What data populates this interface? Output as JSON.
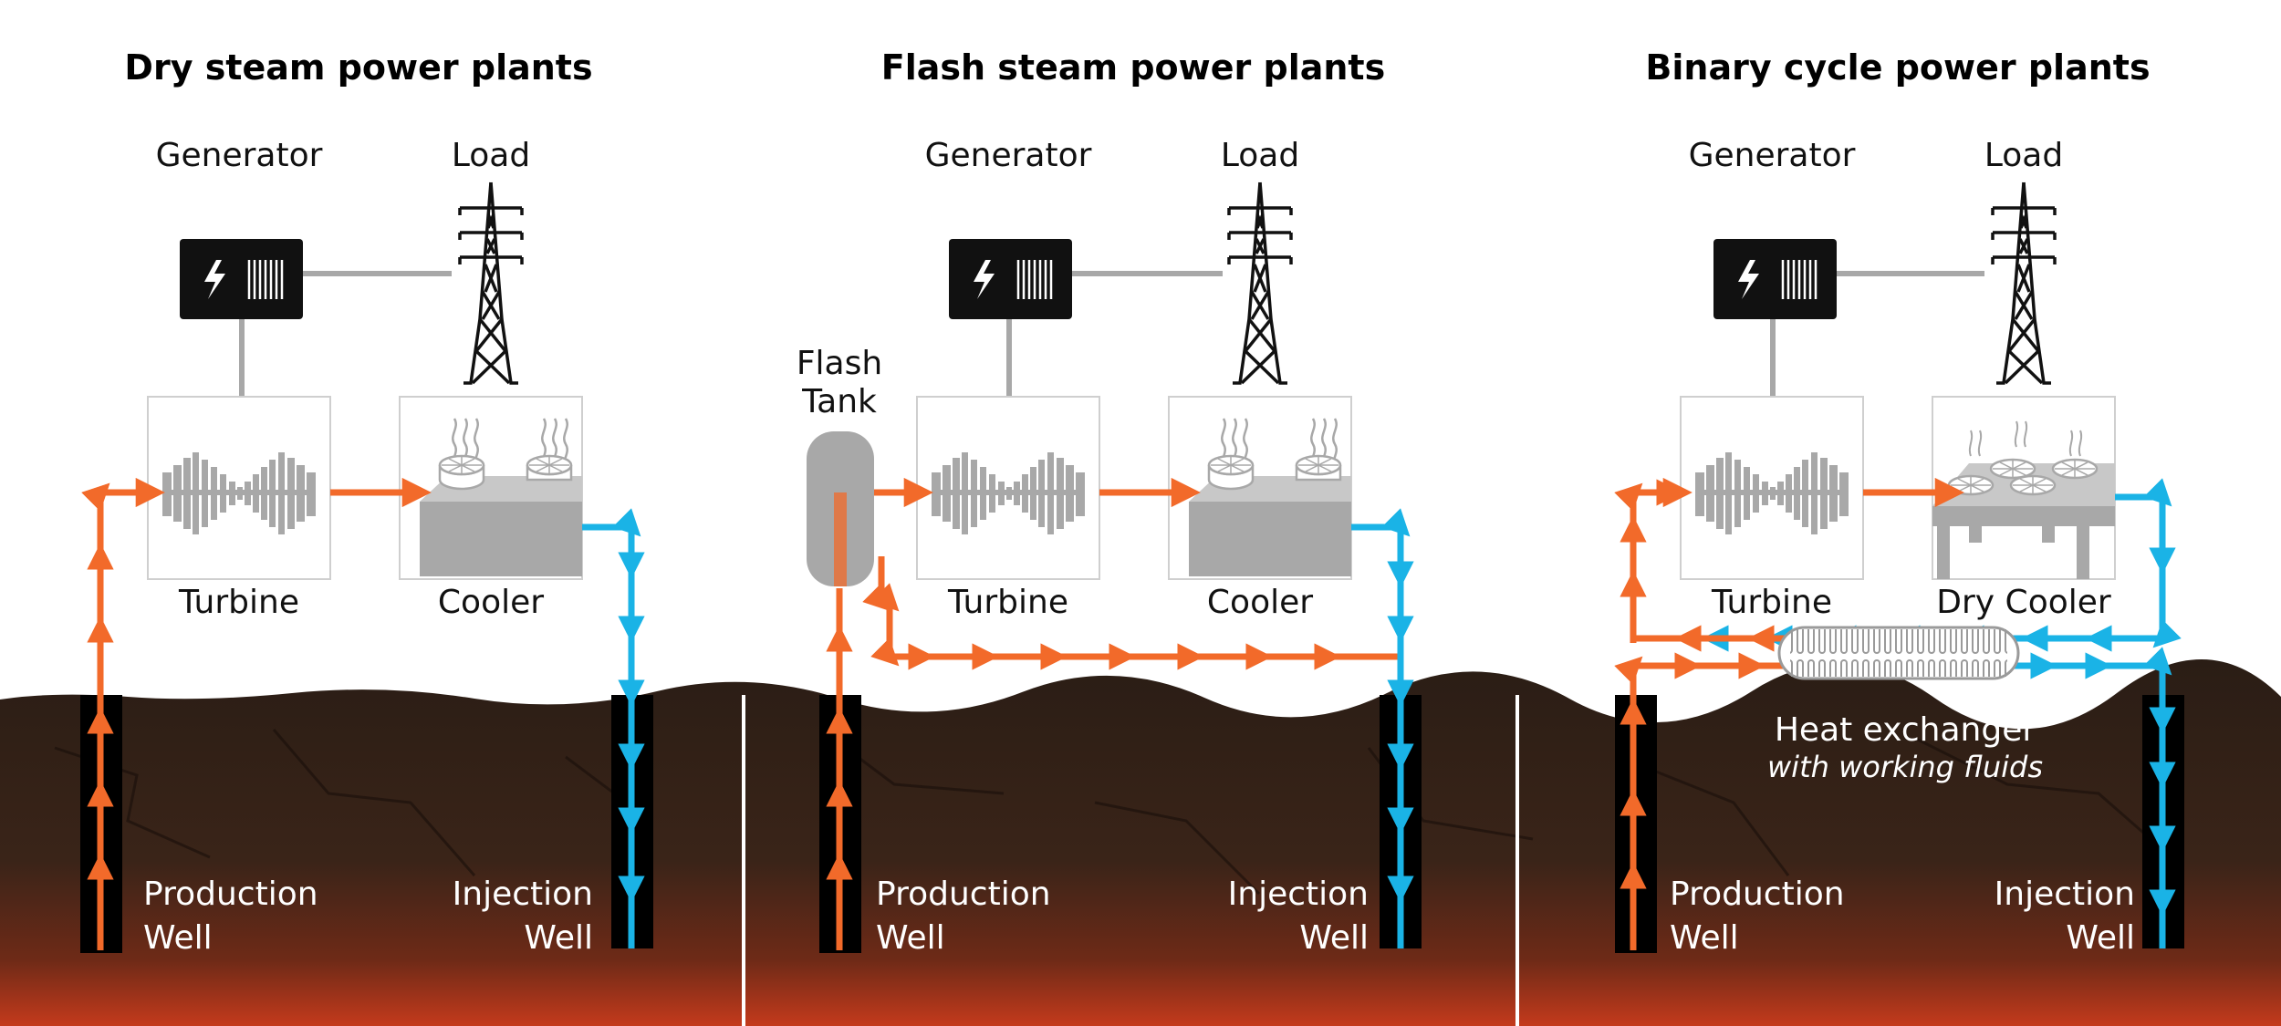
{
  "colors": {
    "hot": "#f26a2a",
    "cold": "#1ab3e6",
    "equipment": "#a8a8a8",
    "generator": "#111111",
    "ground_top": "#2a1d15",
    "ground_bottom": "#c43a1c"
  },
  "icons": [
    "lightning-icon",
    "transmission-tower-icon",
    "turbine-icon",
    "cooler-fan-icon",
    "steam-icon"
  ],
  "panels": [
    {
      "title": "Dry steam power plants",
      "generator": "Generator",
      "load": "Load",
      "turbine": "Turbine",
      "cooler": "Cooler",
      "production_well": [
        "Production",
        "Well"
      ],
      "injection_well": [
        "Injection",
        "Well"
      ]
    },
    {
      "title": "Flash steam power plants",
      "generator": "Generator",
      "load": "Load",
      "flash_tank": [
        "Flash",
        "Tank"
      ],
      "turbine": "Turbine",
      "cooler": "Cooler",
      "production_well": [
        "Production",
        "Well"
      ],
      "injection_well": [
        "Injection",
        "Well"
      ]
    },
    {
      "title": "Binary cycle power plants",
      "generator": "Generator",
      "load": "Load",
      "turbine": "Turbine",
      "cooler": "Dry Cooler",
      "heat_exchanger": [
        "Heat exchanger",
        "with working fluids"
      ],
      "production_well": [
        "Production",
        "Well"
      ],
      "injection_well": [
        "Injection",
        "Well"
      ]
    }
  ]
}
